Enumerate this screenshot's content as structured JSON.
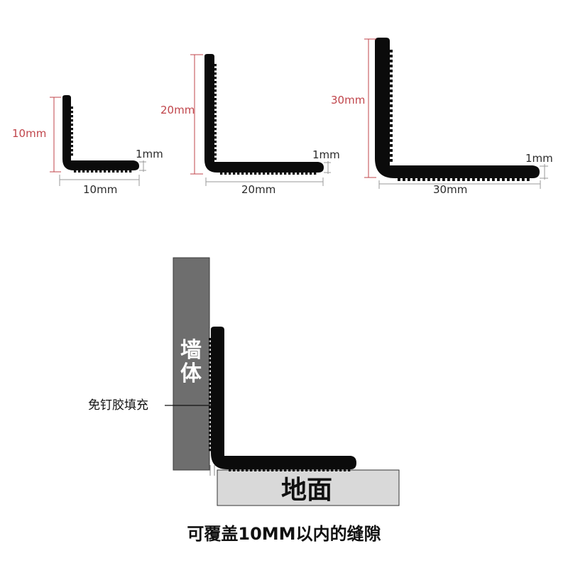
{
  "profiles": [
    {
      "height_label": "10mm",
      "width_label": "10mm",
      "thickness_label": "1mm"
    },
    {
      "height_label": "20mm",
      "width_label": "20mm",
      "thickness_label": "1mm"
    },
    {
      "height_label": "30mm",
      "width_label": "30mm",
      "thickness_label": "1mm"
    }
  ],
  "installation": {
    "wall_label": "墙体",
    "floor_label": "地面",
    "adhesive_label": "免钉胶填充"
  },
  "caption": "可覆盖10MM以内的缝隙",
  "colors": {
    "dimension": "#c0454b",
    "profile": "#0b0b0b",
    "wall": "#6e6e6e",
    "floor": "#d9d9d9"
  }
}
